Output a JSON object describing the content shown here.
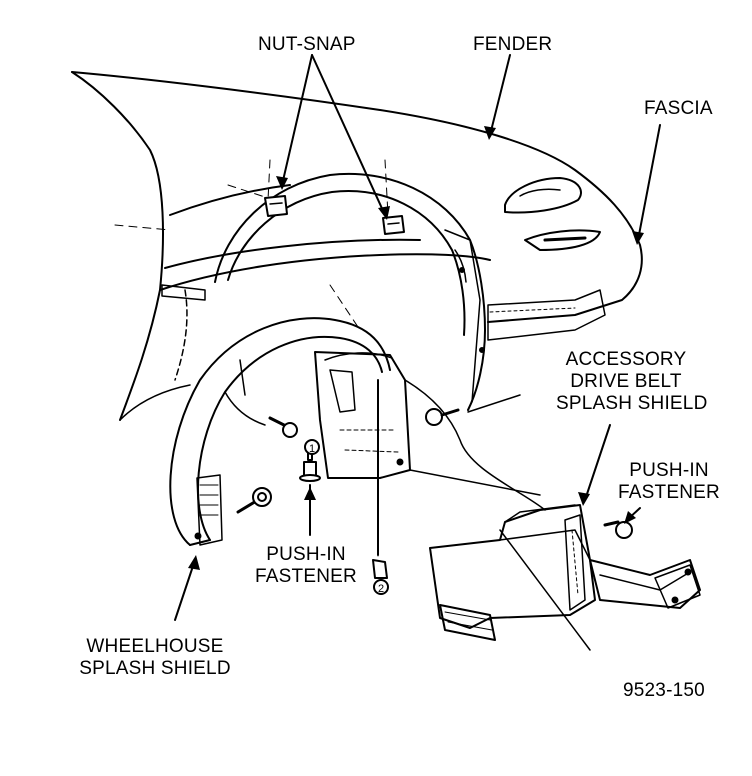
{
  "labels": {
    "nut_snap": "NUT-SNAP",
    "fender": "FENDER",
    "fascia": "FASCIA",
    "accessory_shield": [
      "ACCESSORY",
      "DRIVE BELT",
      "SPLASH SHIELD"
    ],
    "push_in_right": [
      "PUSH-IN",
      "FASTENER"
    ],
    "push_in_center": [
      "PUSH-IN",
      "FASTENER"
    ],
    "wheelhouse_shield": [
      "WHEELHOUSE",
      "SPLASH SHIELD"
    ]
  },
  "fastener_numbers": [
    "1",
    "2"
  ],
  "figure_number": "9523-150"
}
